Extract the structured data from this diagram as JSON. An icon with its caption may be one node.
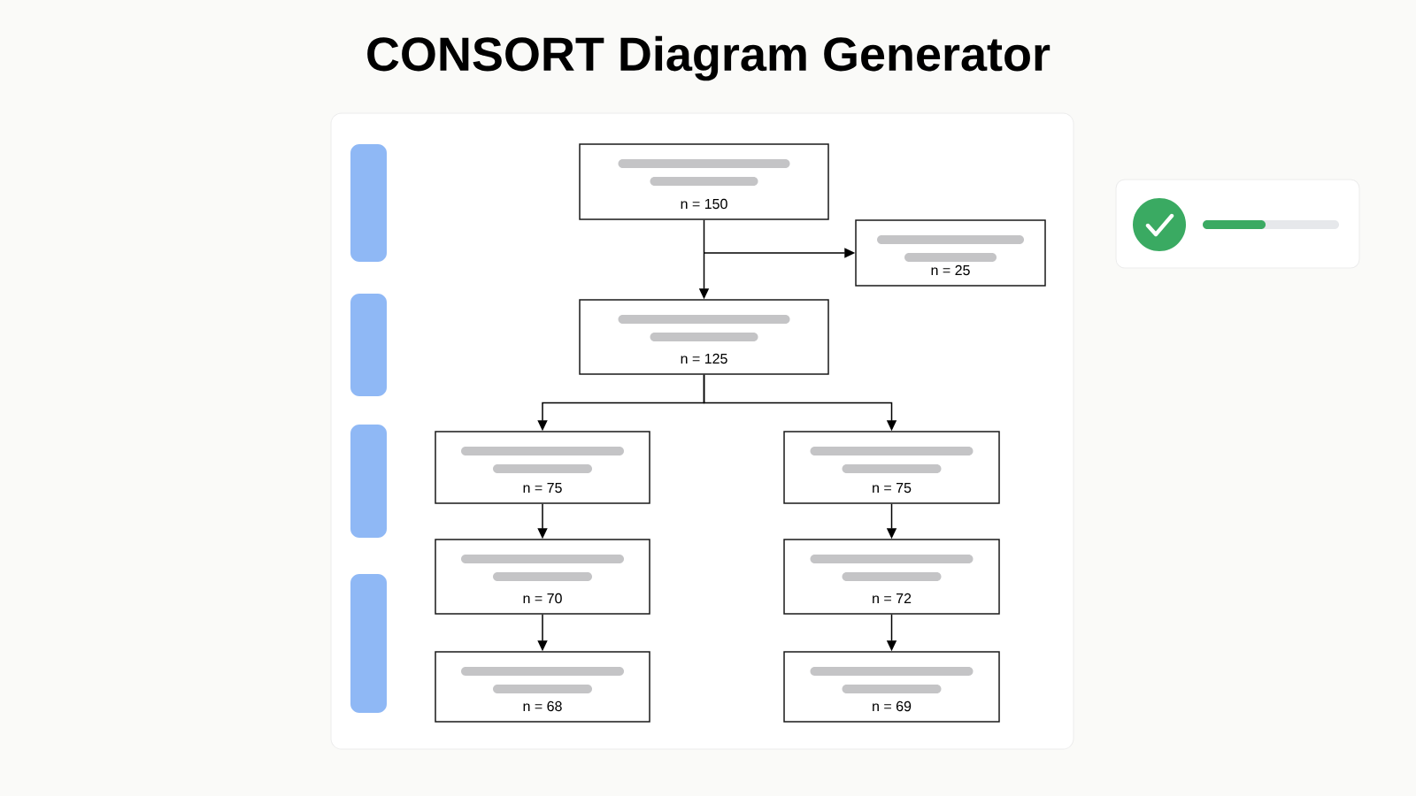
{
  "diagram": {
    "title": "CONSORT Diagram Generator",
    "nodes": [
      {
        "text": [
          "n = 150"
        ]
      },
      {
        "text": [
          "n = 25"
        ]
      },
      {
        "text": [
          "n = 125"
        ]
      },
      {
        "text": [
          "n = 75"
        ]
      },
      {
        "text": [
          "n = 75"
        ]
      },
      {
        "text": [
          "n = 70"
        ]
      },
      {
        "text": [
          "n = 72"
        ]
      },
      {
        "text": [
          "n = 68"
        ]
      },
      {
        "text": [
          "n = 69"
        ]
      }
    ],
    "edges": [
      {
        "from": 0,
        "to": 2,
        "arrow": "to"
      },
      {
        "from": 0,
        "to": 1,
        "arrow": "to"
      },
      {
        "from": 2,
        "to": 3,
        "arrow": "to"
      },
      {
        "from": 2,
        "to": 4,
        "arrow": "to"
      },
      {
        "from": 3,
        "to": 5,
        "arrow": "to"
      },
      {
        "from": 5,
        "to": 7,
        "arrow": "to"
      },
      {
        "from": 4,
        "to": 6,
        "arrow": "to"
      },
      {
        "from": 6,
        "to": 8,
        "arrow": "to"
      }
    ]
  }
}
